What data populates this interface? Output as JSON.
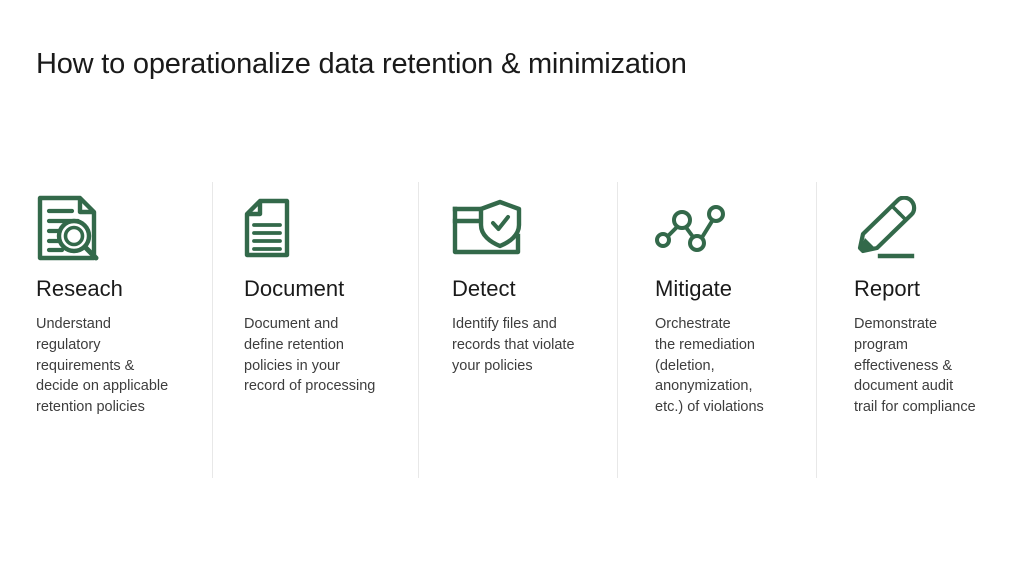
{
  "slide": {
    "title": "How to operationalize data retention & minimization",
    "background_color": "#ffffff",
    "accent_color": "#33694A",
    "title_color": "#1a1a1a",
    "body_color": "#3d3d3d",
    "divider_color": "#e8e8e8"
  },
  "steps": [
    {
      "icon": "document-magnifier-icon",
      "heading": "Reseach",
      "body": "Understand\nregulatory\nrequirements &\ndecide on applicable\nretention policies"
    },
    {
      "icon": "document-lines-icon",
      "heading": "Document",
      "body": "Document and\ndefine retention\npolicies in your\nrecord of processing"
    },
    {
      "icon": "folder-shield-check-icon",
      "heading": "Detect",
      "body": "Identify files and\nrecords that violate\nyour policies"
    },
    {
      "icon": "node-graph-icon",
      "heading": "Mitigate",
      "body": "Orchestrate\nthe remediation\n(deletion,\nanonymization,\n etc.) of violations"
    },
    {
      "icon": "pencil-underline-icon",
      "heading": "Report",
      "body": "Demonstrate\nprogram\neffectiveness &\ndocument audit\ntrail for compliance"
    }
  ]
}
